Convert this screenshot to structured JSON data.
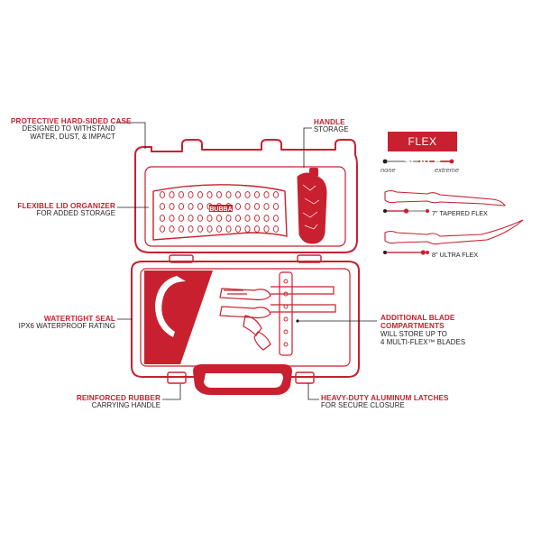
{
  "callouts": {
    "case": {
      "title": "PROTECTIVE HARD-SIDED CASE",
      "lines": [
        "DESIGNED TO WITHSTAND",
        "WATER, DUST, & IMPACT"
      ]
    },
    "lid": {
      "title": "FLEXIBLE LID ORGANIZER",
      "lines": [
        "FOR ADDED STORAGE"
      ]
    },
    "seal": {
      "title": "WATERTIGHT SEAL",
      "lines": [
        "IPX6 WATERPROOF RATING"
      ]
    },
    "handle_grip": {
      "title": "REINFORCED RUBBER",
      "lines": [
        "CARRYING HANDLE"
      ]
    },
    "handle_storage": {
      "title": "HANDLE",
      "lines": [
        "STORAGE"
      ]
    },
    "blades": {
      "title_lines": [
        "ADDITIONAL BLADE",
        "COMPARTMENTS"
      ],
      "lines": [
        "WILL STORE UP TO",
        "4  MULTI-FLEX™ BLADES"
      ]
    },
    "latches": {
      "title": "HEAVY-DUTY ALUMINUM LATCHES",
      "lines": [
        "FOR SECURE CLOSURE"
      ]
    }
  },
  "flex_scale": {
    "title_flex": "FLEX",
    "title_scale": "SCALE",
    "min_label": "none",
    "max_label": "extreme",
    "blades": [
      {
        "label": "7\" TAPERED FLEX",
        "flex_fraction": 0.5
      },
      {
        "label": "8\" ULTRA FLEX",
        "flex_fraction": 0.9
      }
    ]
  },
  "brand": "BUBBA",
  "colors": {
    "accent": "#c8202f",
    "dark": "#1d1d1d",
    "gray": "#8a8a8a"
  }
}
